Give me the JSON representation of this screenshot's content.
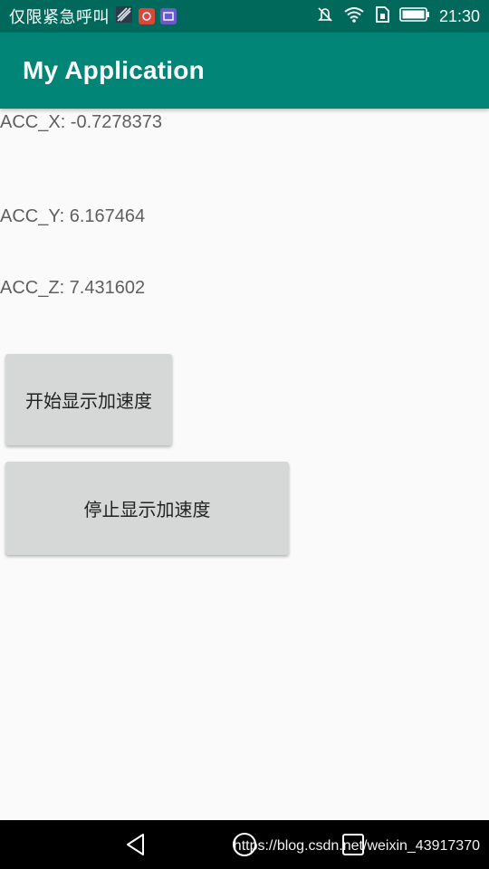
{
  "status_bar": {
    "carrier_text": "仅限紧急呼叫",
    "time": "21:30",
    "icons": [
      "antenna-notification-icon",
      "red-app-notification-icon",
      "purple-app-notification-icon",
      "mute-icon",
      "wifi-icon",
      "sim-icon",
      "battery-icon"
    ],
    "colors": {
      "background": "#00695c"
    }
  },
  "app_bar": {
    "title": "My Application",
    "colors": {
      "background": "#008577"
    }
  },
  "readings": {
    "acc_x": "ACC_X: -0.7278373",
    "acc_y": "ACC_Y: 6.167464",
    "acc_z": "ACC_Z: 7.431602"
  },
  "buttons": {
    "start_label": "开始显示加速度",
    "stop_label": "停止显示加速度"
  },
  "nav_bar": {
    "icons": [
      "back-icon",
      "home-icon",
      "recent-apps-icon"
    ]
  },
  "watermark": "https://blog.csdn.net/weixin_43917370"
}
